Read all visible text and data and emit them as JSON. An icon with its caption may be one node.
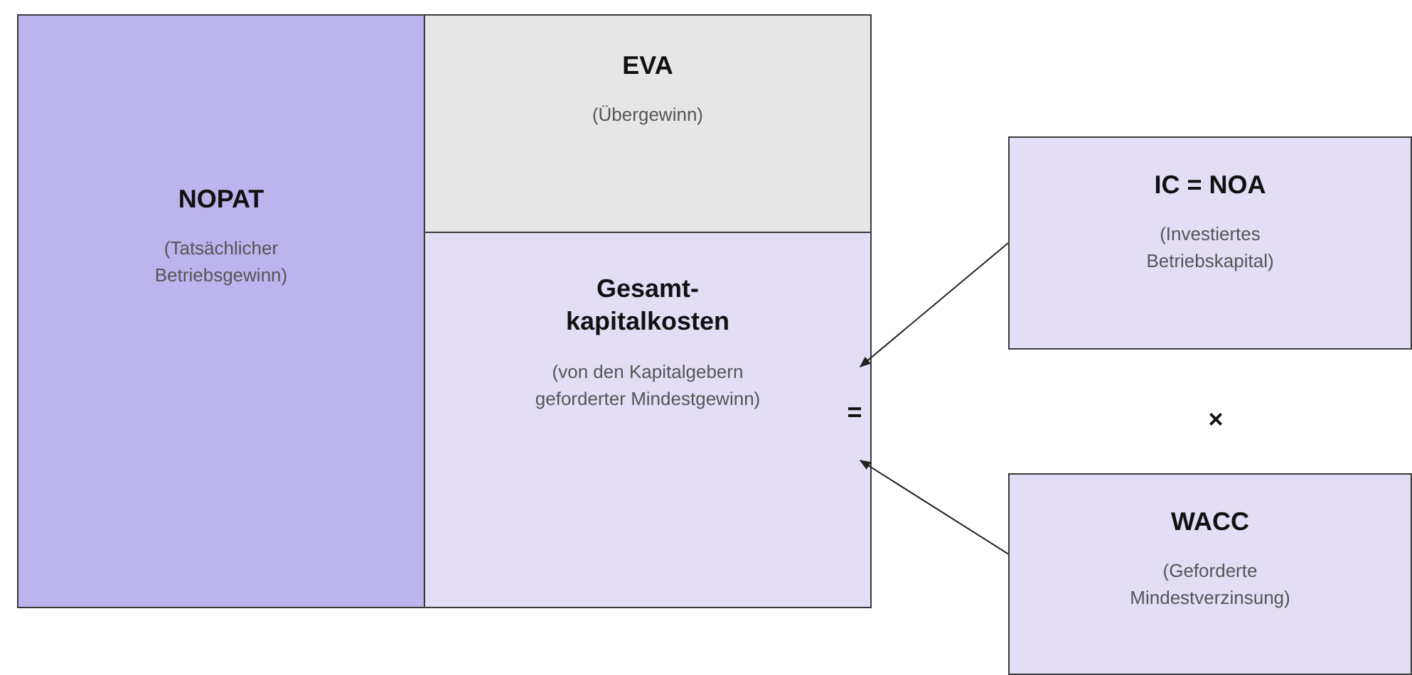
{
  "diagram": {
    "nodes": [
      {
        "text": [
          "NOPAT",
          "(Tatsächlicher Betriebsgewinn)"
        ]
      },
      {
        "text": [
          "EVA",
          "(Übergewinn)"
        ]
      },
      {
        "text": [
          "Gesamt- kapitalkosten",
          "(von den Kapitalgebern geforderter Mindestgewinn)"
        ]
      },
      {
        "text": [
          "IC = NOA",
          "(Investiertes Betriebskapital)"
        ]
      },
      {
        "text": [
          "="
        ],
        "in": 2
      },
      {
        "text": [
          "WACC",
          "(Geforderte Mindestverzinsung)"
        ]
      }
    ],
    "edges": [
      {
        "from": 3,
        "to": 4,
        "arrow": "to"
      },
      {
        "from": 5,
        "to": 4,
        "arrow": "to"
      }
    ],
    "labels": [
      "×"
    ]
  }
}
